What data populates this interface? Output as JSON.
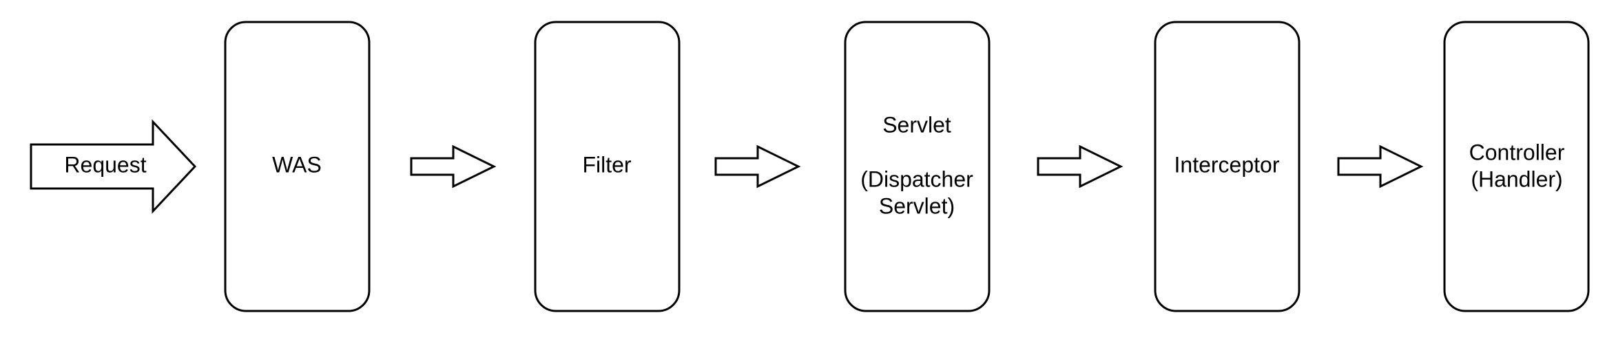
{
  "diagram": {
    "request_label": "Request",
    "boxes": [
      {
        "id": "was",
        "lines": [
          "WAS"
        ]
      },
      {
        "id": "filter",
        "lines": [
          "Filter"
        ]
      },
      {
        "id": "servlet",
        "lines": [
          "Servlet",
          "",
          "(Dispatcher",
          "Servlet)"
        ]
      },
      {
        "id": "interceptor",
        "lines": [
          "Interceptor"
        ]
      },
      {
        "id": "controller",
        "lines": [
          "Controller",
          "(Handler)"
        ]
      }
    ]
  }
}
